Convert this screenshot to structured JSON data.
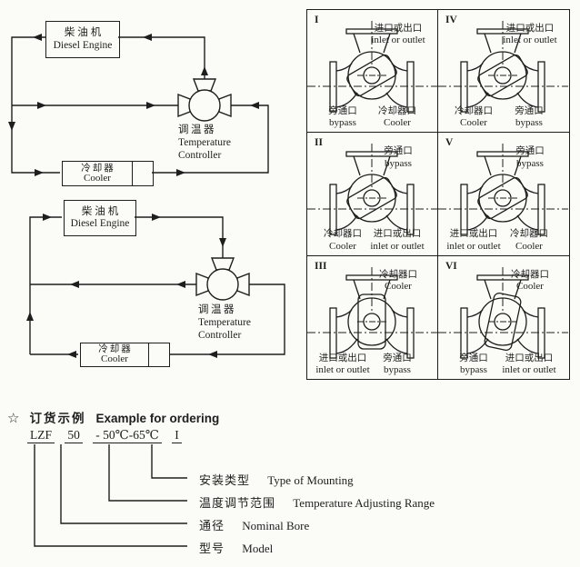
{
  "page": {
    "background": "#fbfbf7",
    "ink": "#1e1e1e"
  },
  "flow_diagrams": [
    {
      "engine_cn": "柴油机",
      "engine_en": "Diesel Engine",
      "controller_cn": "调温器",
      "controller_en1": "Temperature",
      "controller_en2": "Controller",
      "cooler_cn": "冷却器",
      "cooler_en": "Cooler"
    },
    {
      "engine_cn": "柴油机",
      "engine_en": "Diesel Engine",
      "controller_cn": "调温器",
      "controller_en1": "Temperature",
      "controller_en2": "Controller",
      "cooler_cn": "冷却器",
      "cooler_en": "Cooler"
    }
  ],
  "mounting_grid": {
    "cells": [
      {
        "numeral": "I",
        "disc": "diagonal",
        "top_cn": "进口或出口",
        "top_en": "inlet or outlet",
        "bottom_left_cn": "旁通口",
        "bottom_left_en": "bypass",
        "bottom_right_cn": "冷却器口",
        "bottom_right_en": "Cooler"
      },
      {
        "numeral": "IV",
        "disc": "diagonal",
        "top_cn": "进口或出口",
        "top_en": "inlet or outlet",
        "bottom_left_cn": "冷却器口",
        "bottom_left_en": "Cooler",
        "bottom_right_cn": "旁通口",
        "bottom_right_en": "bypass"
      },
      {
        "numeral": "II",
        "disc": "diagonal",
        "top_cn": "旁通口",
        "top_en": "bypass",
        "bottom_left_cn": "冷却器口",
        "bottom_left_en": "Cooler",
        "bottom_right_cn": "进口或出口",
        "bottom_right_en": "inlet or outlet"
      },
      {
        "numeral": "V",
        "disc": "diagonal",
        "top_cn": "旁通口",
        "top_en": "bypass",
        "bottom_left_cn": "进口或出口",
        "bottom_left_en": "inlet or outlet",
        "bottom_right_cn": "冷却器口",
        "bottom_right_en": "Cooler"
      },
      {
        "numeral": "III",
        "disc": "vertical",
        "top_cn": "冷却器口",
        "top_en": "Cooler",
        "bottom_left_cn": "进口或出口",
        "bottom_left_en": "inlet or outlet",
        "bottom_right_cn": "旁通口",
        "bottom_right_en": "bypass"
      },
      {
        "numeral": "VI",
        "disc": "tilted",
        "top_cn": "冷却器口",
        "top_en": "Cooler",
        "bottom_left_cn": "旁通口",
        "bottom_left_en": "bypass",
        "bottom_right_cn": "进口或出口",
        "bottom_right_en": "inlet or outlet"
      }
    ]
  },
  "ordering": {
    "star": "☆",
    "title_cn": "订货示例",
    "title_en": "Example for ordering",
    "code": [
      "LZF",
      "50",
      "- 50℃-65℃",
      "I"
    ],
    "labels": [
      {
        "cn": "安装类型",
        "en": "Type of Mounting"
      },
      {
        "cn": "温度调节范围",
        "en": "Temperature Adjusting Range"
      },
      {
        "cn": "通径",
        "en": "Nominal Bore"
      },
      {
        "cn": "型号",
        "en": "Model"
      }
    ]
  }
}
